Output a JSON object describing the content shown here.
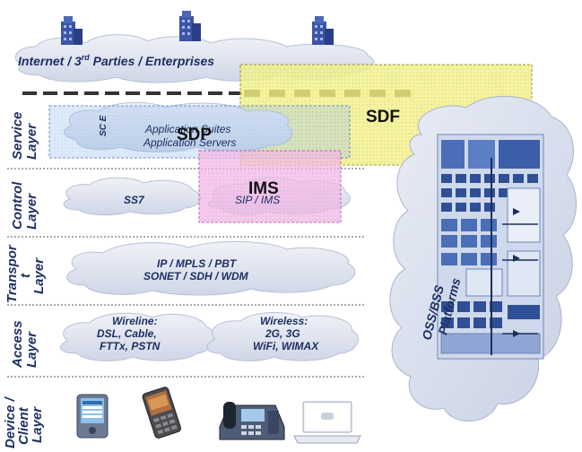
{
  "top_cloud": {
    "line1": "Internet / 3",
    "sup": "rd",
    "line2": " Parties / Enterprises"
  },
  "layers": [
    {
      "line1": "Service",
      "line2": "Layer"
    },
    {
      "line1": "Control",
      "line2": "Layer"
    },
    {
      "line1": "Transpor",
      "line2": "t",
      "line3": "Layer"
    },
    {
      "line1": "Access",
      "line2": "Layer"
    },
    {
      "line1": "Device /",
      "line2": "Client",
      "line3": "Layer"
    }
  ],
  "service_cloud": {
    "sce": "SC E",
    "line1": "Application Suites",
    "line2": "Application Servers"
  },
  "control_clouds": {
    "ss7": "SS7",
    "sip": "SIP / IMS"
  },
  "transport_cloud": {
    "line1": "IP / MPLS / PBT",
    "line2": "SONET / SDH / WDM"
  },
  "access_clouds": {
    "wireline": [
      "Wireline:",
      "DSL, Cable,",
      "FTTx, PSTN"
    ],
    "wireless": [
      "Wireless:",
      "2G, 3G",
      "WiFi, WIMAX"
    ]
  },
  "overlays": {
    "sdf": "SDF",
    "sdp": "SDP",
    "ims": "IMS"
  },
  "oss_cloud": {
    "line1": "OSS/BSS",
    "line2": "Platforms"
  },
  "colors": {
    "cloud_fill": "#dfe4ef",
    "text_navy": "#1d2f63",
    "sdf": "#f5f28a",
    "ims": "#f4b8e6",
    "sdp_border": "#6a8fd0"
  }
}
